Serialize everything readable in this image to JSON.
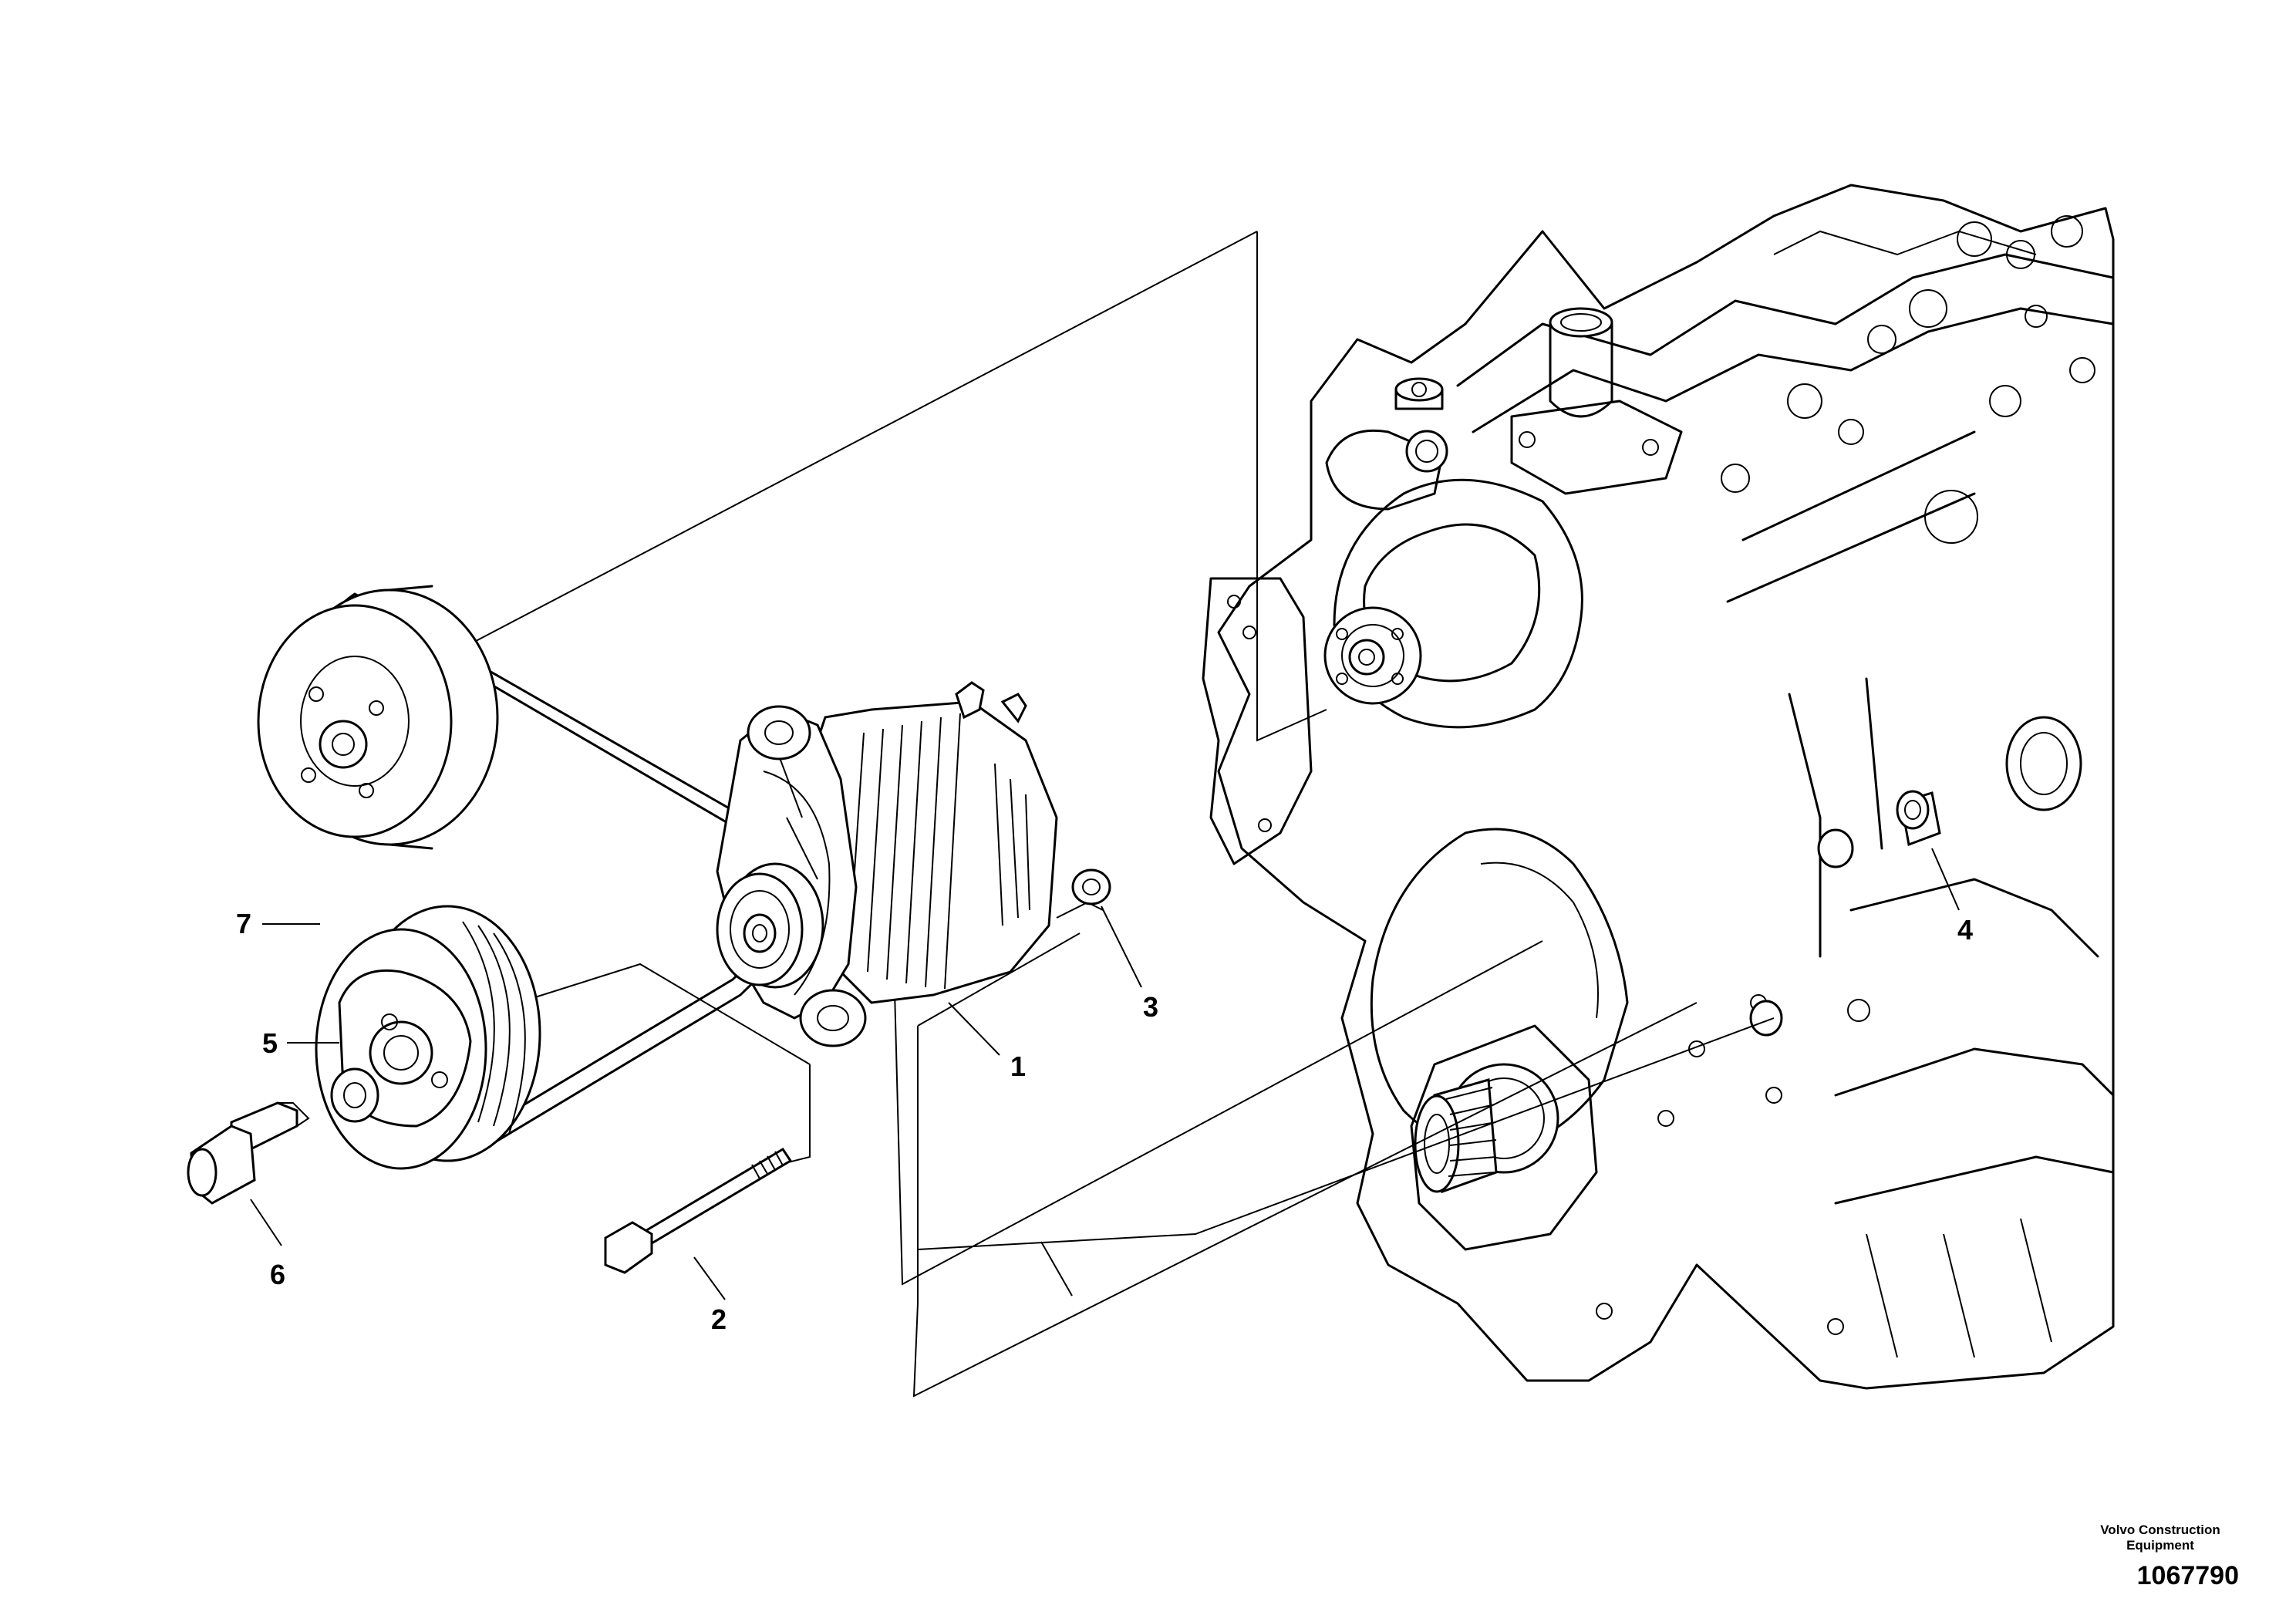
{
  "diagram": {
    "callouts": {
      "c1": "1",
      "c2": "2",
      "c3": "3",
      "c4": "4",
      "c5": "5",
      "c6": "6",
      "c7": "7"
    }
  },
  "footer": {
    "brand_line1": "Volvo Construction",
    "brand_line2": "Equipment",
    "document_number": "1067790"
  }
}
